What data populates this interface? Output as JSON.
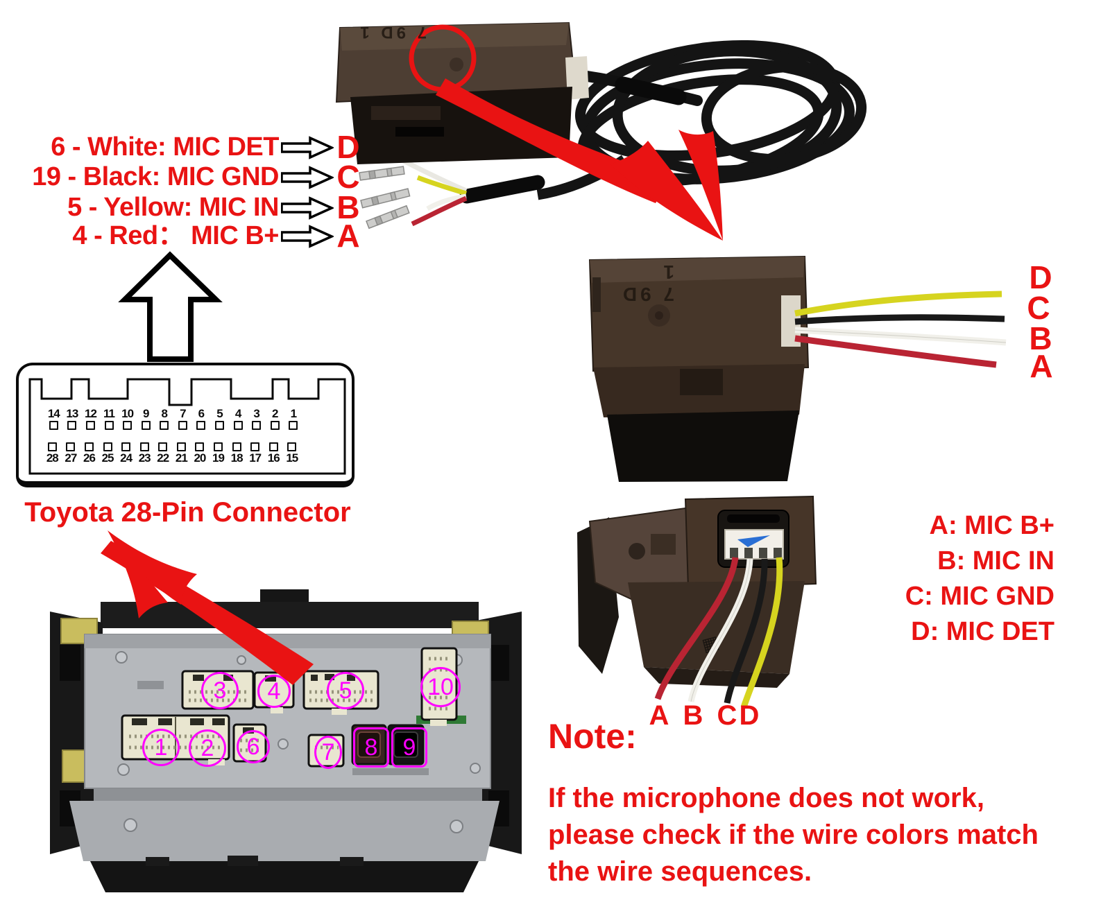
{
  "colors": {
    "accent_red": "#e91313",
    "magenta": "#ff00ff",
    "wire_yellow": "#d6d41f",
    "wire_black": "#191919",
    "wire_white": "#f1f0ea",
    "wire_red": "#b92433",
    "connector_brown": "#463629",
    "chassis_silver": "#b5b8bc",
    "pad_yellow": "#c9bd5e"
  },
  "wire_labels": {
    "rows": [
      {
        "pin": "6 - White: MIC DET",
        "letter": "D"
      },
      {
        "pin": "19 - Black: MIC GND",
        "letter": "C"
      },
      {
        "pin": "5 - Yellow: MIC IN",
        "letter": "B"
      },
      {
        "pin": "4 - Red：  MIC B+",
        "letter": "A"
      }
    ]
  },
  "pin_connector": {
    "title": "Toyota 28-Pin Connector",
    "top_row": [
      "14",
      "13",
      "12",
      "11",
      "10",
      "9",
      "8",
      "7",
      "6",
      "5",
      "4",
      "3",
      "2",
      "1"
    ],
    "bottom_row": [
      "28",
      "27",
      "26",
      "25",
      "24",
      "23",
      "22",
      "21",
      "20",
      "19",
      "18",
      "17",
      "16",
      "15"
    ]
  },
  "connector_marking": "7 9D 1",
  "mid_connector": {
    "wire_letters": [
      "D",
      "C",
      "B",
      "A"
    ]
  },
  "bottom_connector": {
    "wire_letters": [
      "A",
      "B",
      "C",
      "D"
    ]
  },
  "mic_mapping": [
    "A: MIC B+",
    "B: MIC IN",
    "C: MIC GND",
    "D: MIC DET"
  ],
  "radio": {
    "connector_numbers": [
      "1",
      "2",
      "3",
      "4",
      "5",
      "6",
      "7",
      "8",
      "9",
      "10"
    ]
  },
  "note": {
    "heading": "Note:",
    "lines": [
      "If the microphone does not work,",
      "please check if the wire colors match",
      "the wire sequences."
    ]
  }
}
